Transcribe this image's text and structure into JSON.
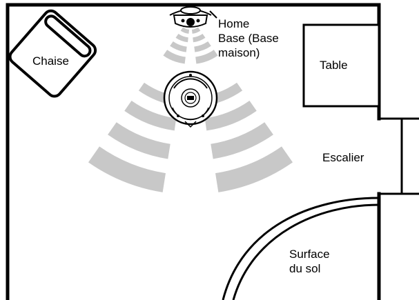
{
  "labels": {
    "chaise": "Chaise",
    "home_base": [
      "Home",
      "Base (Base",
      "maison)"
    ],
    "table": "Table",
    "escalier": "Escalier",
    "surface": [
      "Surface",
      "du sol"
    ]
  },
  "colors": {
    "line": "#000000",
    "signal": "#c8c8c8",
    "background": "#ffffff"
  },
  "icons": {
    "robot": "robot-vacuum-icon",
    "base": "home-base-icon"
  }
}
